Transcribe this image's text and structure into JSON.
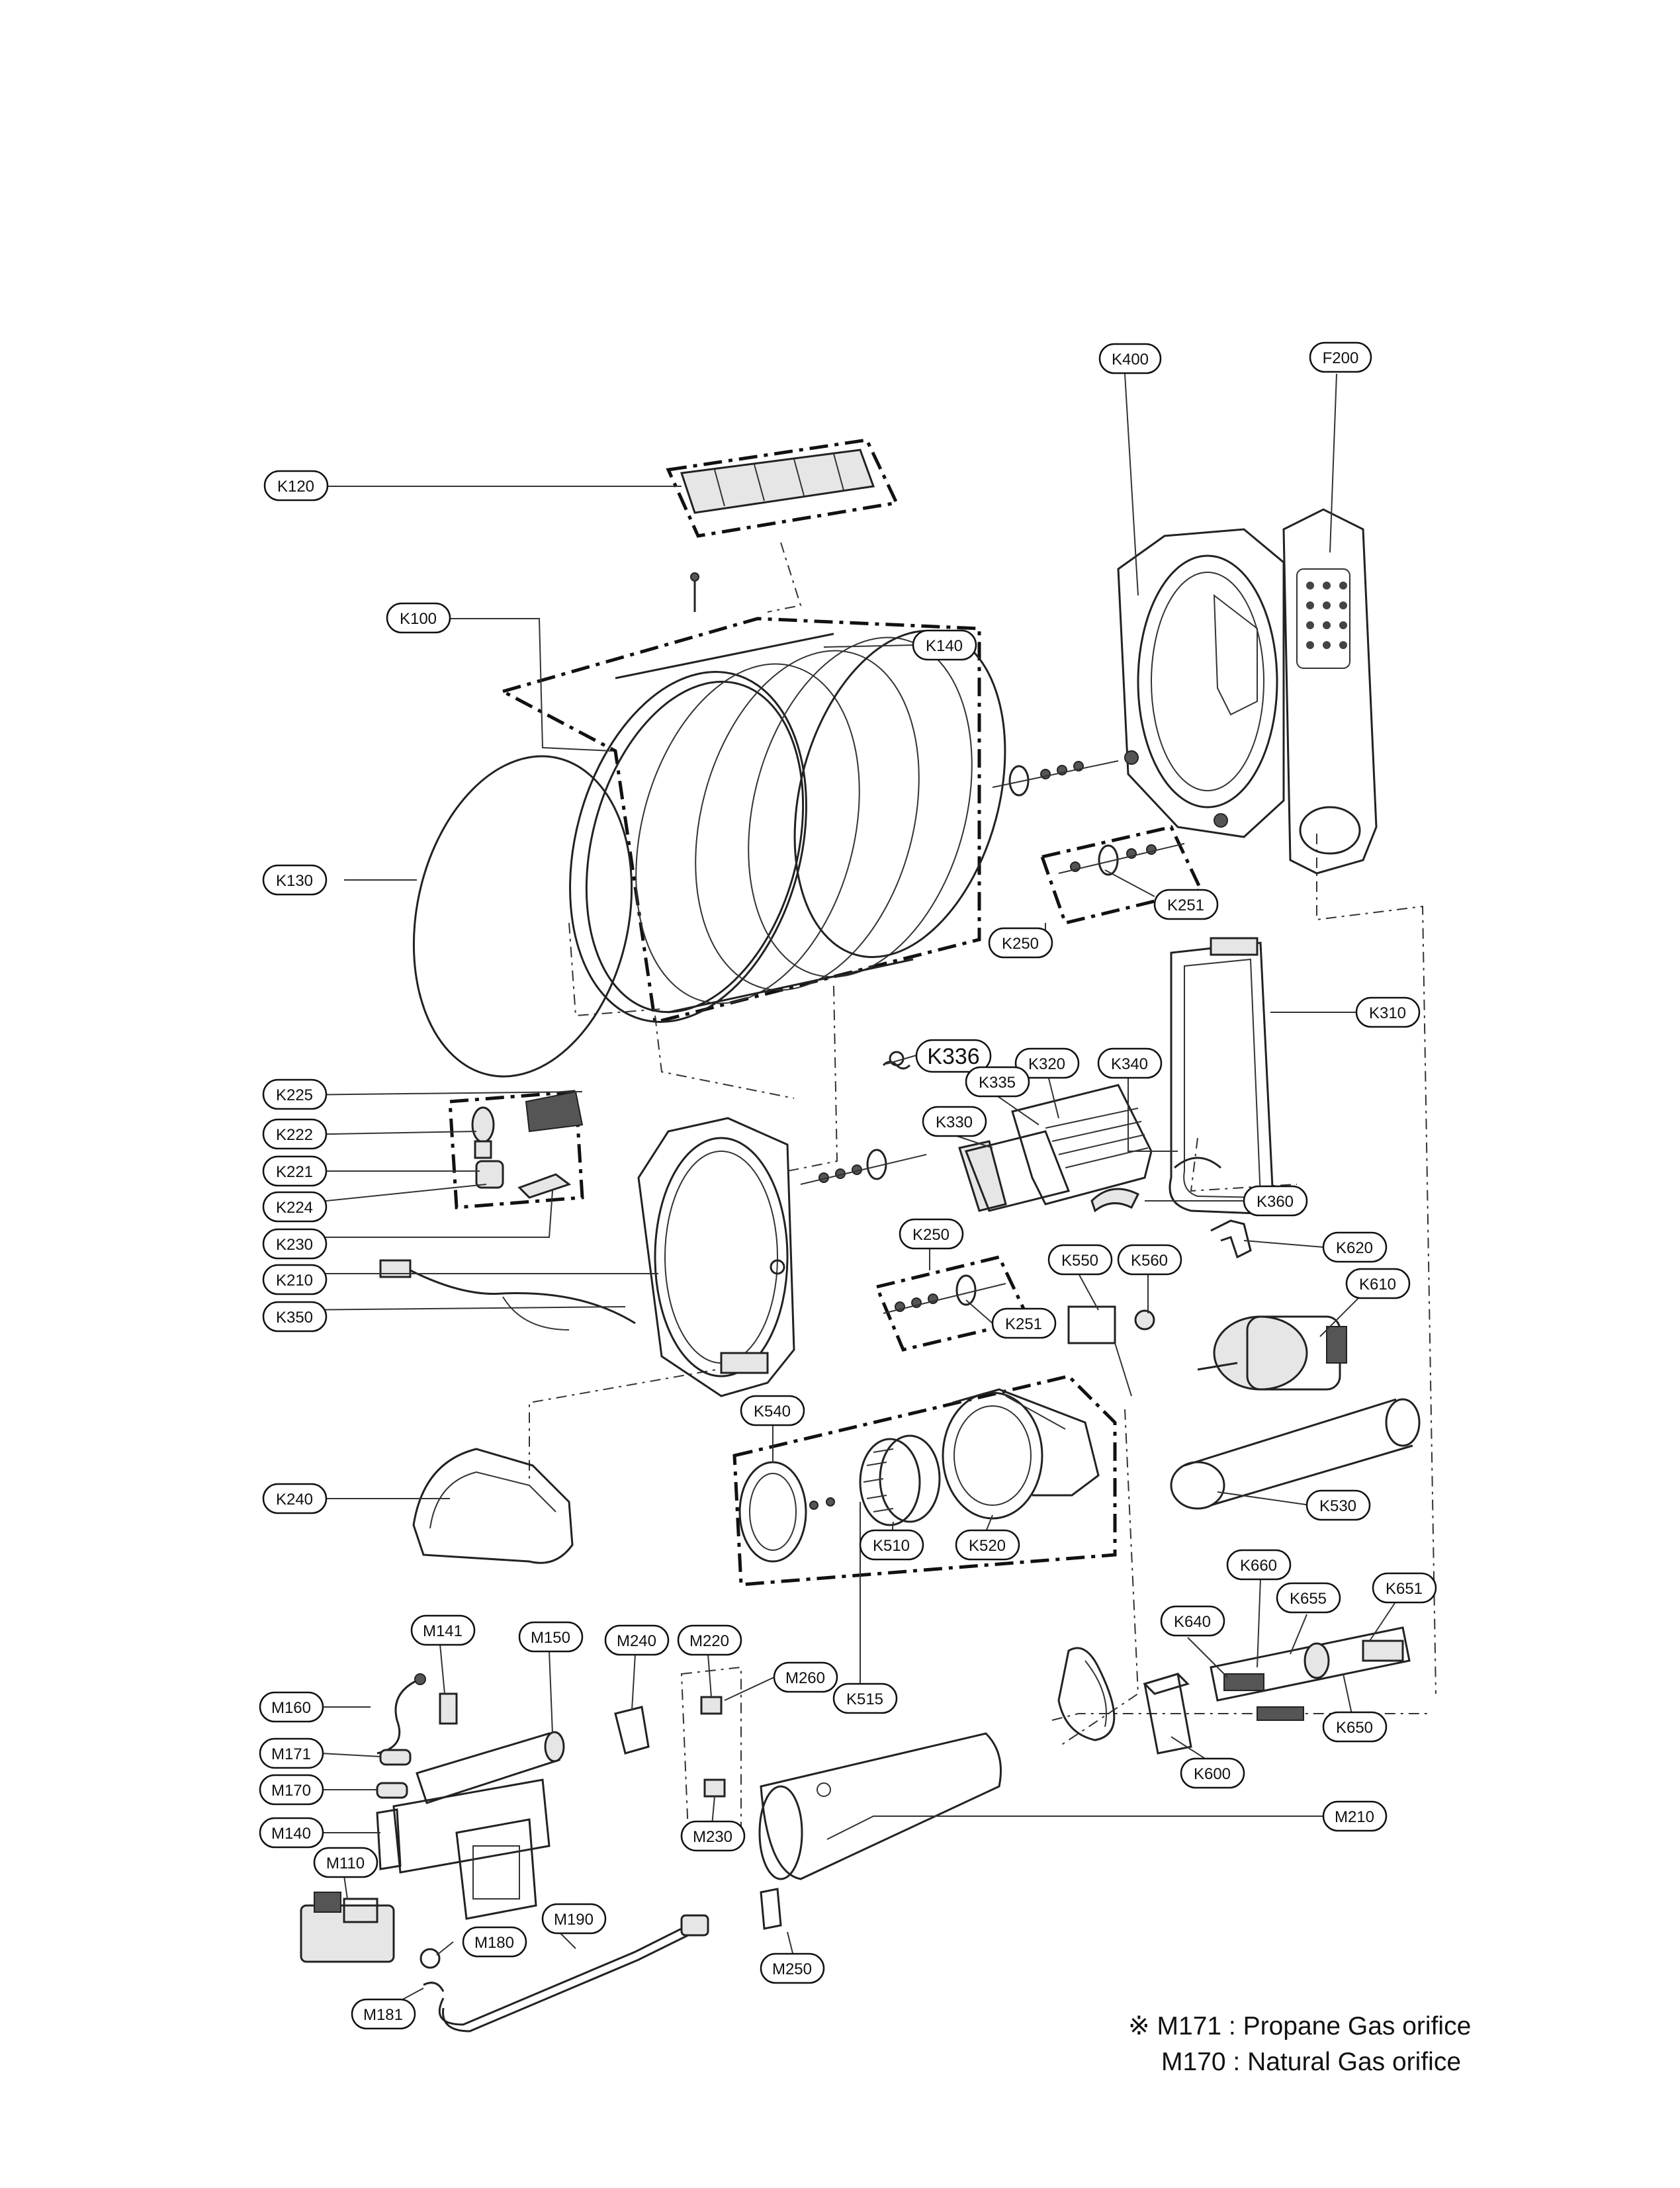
{
  "labels": [
    {
      "id": "K400",
      "text": "K400"
    },
    {
      "id": "F200",
      "text": "F200"
    },
    {
      "id": "K120",
      "text": "K120"
    },
    {
      "id": "K100",
      "text": "K100"
    },
    {
      "id": "K140",
      "text": "K140"
    },
    {
      "id": "K130",
      "text": "K130"
    },
    {
      "id": "K251a",
      "text": "K251"
    },
    {
      "id": "K250a",
      "text": "K250"
    },
    {
      "id": "K310",
      "text": "K310"
    },
    {
      "id": "K225",
      "text": "K225"
    },
    {
      "id": "K222",
      "text": "K222"
    },
    {
      "id": "K221",
      "text": "K221"
    },
    {
      "id": "K224",
      "text": "K224"
    },
    {
      "id": "K230",
      "text": "K230"
    },
    {
      "id": "K210",
      "text": "K210"
    },
    {
      "id": "K350",
      "text": "K350"
    },
    {
      "id": "K336",
      "text": "K336"
    },
    {
      "id": "K320",
      "text": "K320"
    },
    {
      "id": "K340",
      "text": "K340"
    },
    {
      "id": "K335",
      "text": "K335"
    },
    {
      "id": "K330",
      "text": "K330"
    },
    {
      "id": "K360",
      "text": "K360"
    },
    {
      "id": "K250b",
      "text": "K250"
    },
    {
      "id": "K251b",
      "text": "K251"
    },
    {
      "id": "K620",
      "text": "K620"
    },
    {
      "id": "K550",
      "text": "K550"
    },
    {
      "id": "K560",
      "text": "K560"
    },
    {
      "id": "K610",
      "text": "K610"
    },
    {
      "id": "K540",
      "text": "K540"
    },
    {
      "id": "K240",
      "text": "K240"
    },
    {
      "id": "K530",
      "text": "K530"
    },
    {
      "id": "K510",
      "text": "K510"
    },
    {
      "id": "K520",
      "text": "K520"
    },
    {
      "id": "K660",
      "text": "K660"
    },
    {
      "id": "K651",
      "text": "K651"
    },
    {
      "id": "K655",
      "text": "K655"
    },
    {
      "id": "K640",
      "text": "K640"
    },
    {
      "id": "M141",
      "text": "M141"
    },
    {
      "id": "M150",
      "text": "M150"
    },
    {
      "id": "M240",
      "text": "M240"
    },
    {
      "id": "M220",
      "text": "M220"
    },
    {
      "id": "M260",
      "text": "M260"
    },
    {
      "id": "K515",
      "text": "K515"
    },
    {
      "id": "M160",
      "text": "M160"
    },
    {
      "id": "M171",
      "text": "M171"
    },
    {
      "id": "M170",
      "text": "M170"
    },
    {
      "id": "M140",
      "text": "M140"
    },
    {
      "id": "M110",
      "text": "M110"
    },
    {
      "id": "M190",
      "text": "M190"
    },
    {
      "id": "M180",
      "text": "M180"
    },
    {
      "id": "M181",
      "text": "M181"
    },
    {
      "id": "M230",
      "text": "M230"
    },
    {
      "id": "M250",
      "text": "M250"
    },
    {
      "id": "M210",
      "text": "M210"
    },
    {
      "id": "K600",
      "text": "K600"
    },
    {
      "id": "K650",
      "text": "K650"
    }
  ],
  "notes": {
    "line1": "※ M171 : Propane Gas orifice",
    "line2": "M170 : Natural Gas orifice"
  }
}
